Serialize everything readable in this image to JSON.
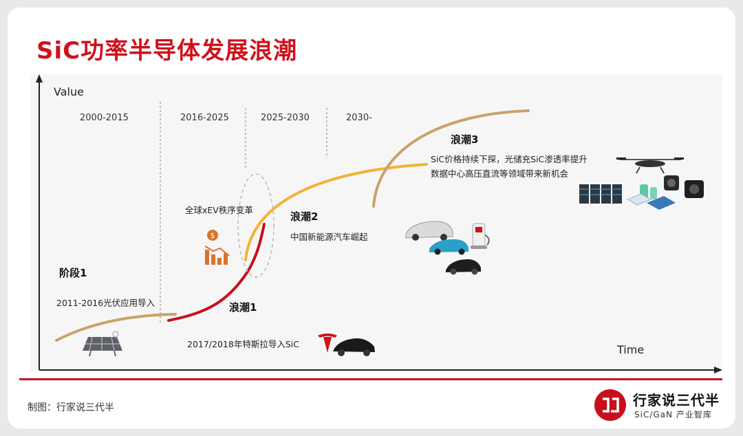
{
  "title": "SiC功率半导体发展浪潮",
  "axes": {
    "y_label": "Value",
    "x_label": "Time"
  },
  "periods": [
    "2000-2015",
    "2016-2025",
    "2025-2030",
    "2030-"
  ],
  "stages": {
    "stage1": {
      "name": "阶段1",
      "desc": "2011-2016光伏应用导入"
    },
    "wave1": {
      "name": "浪潮1",
      "desc_top": "全球xEV秩序变革",
      "desc_bottom": "2017/2018年特斯拉导入SiC"
    },
    "wave2": {
      "name": "浪潮2",
      "desc": "中国新能源汽车崛起"
    },
    "wave3": {
      "name": "浪潮3",
      "desc_line1": "SiC价格持续下探，光储充SiC渗透率提升",
      "desc_line2": "数据中心高压直流等领域带来新机会"
    }
  },
  "colors": {
    "title": "#d0111b",
    "accent_red": "#c8101c",
    "wave_yellow": "#f2b233",
    "wave_tan": "#c9a26a",
    "period_line": "#888888"
  },
  "icons": [
    "solar-panel-icon",
    "money-chart-icon",
    "tesla-logo-icon",
    "car-icon",
    "charger-icon",
    "drone-icon",
    "server-icon",
    "battery-storage-icon",
    "motor-icon"
  ],
  "footer": {
    "credit": "制图：行家说三代半"
  },
  "brand": {
    "name": "行家说三代半",
    "sub": "SiC/GaN 产业智库"
  }
}
